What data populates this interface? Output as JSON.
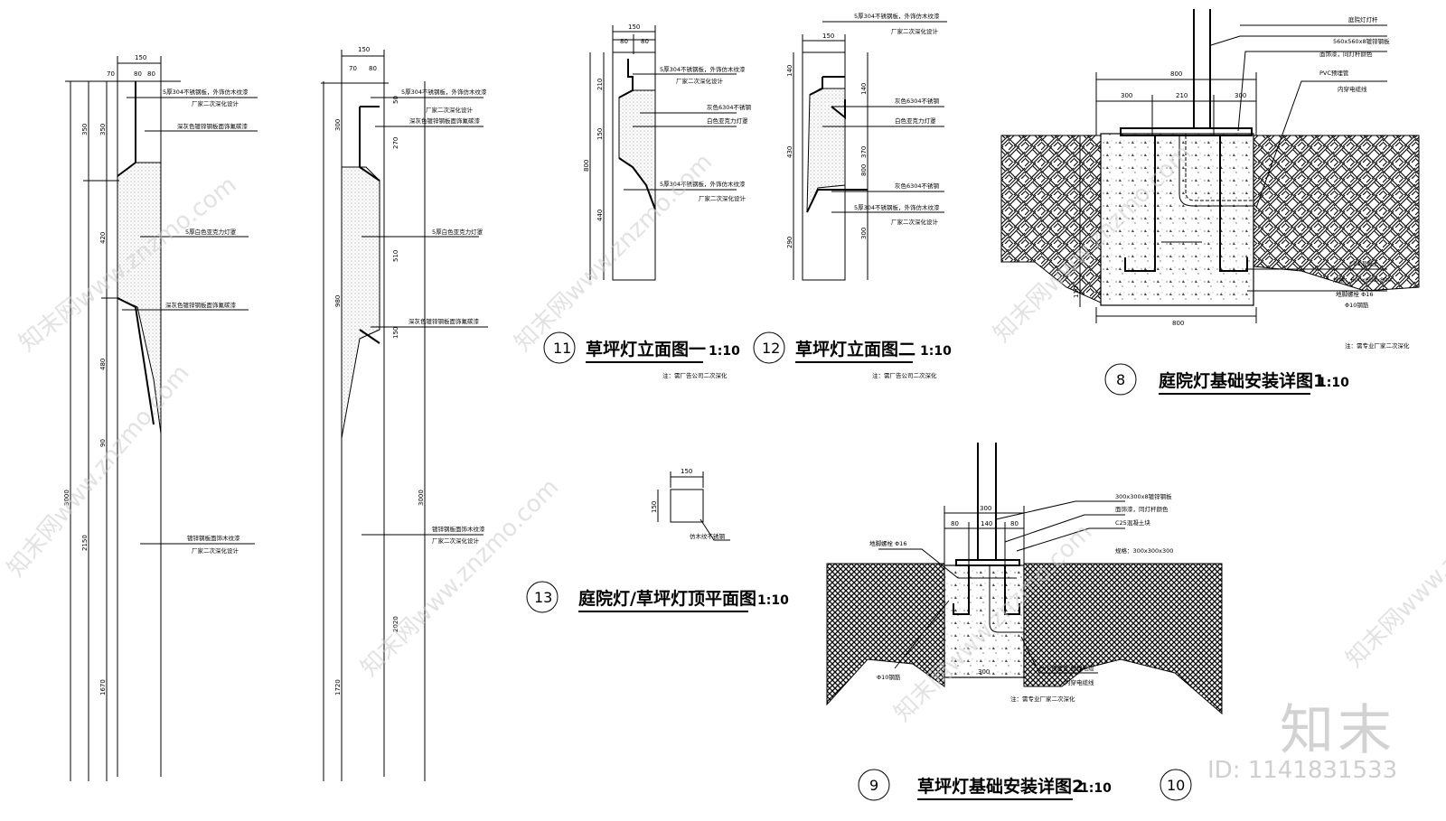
{
  "drawings": {
    "d11": {
      "num": "11",
      "title": "草坪灯立面图一",
      "scale": "1:10",
      "note": "注：需厂告公司二次深化"
    },
    "d12": {
      "num": "12",
      "title": "草坪灯立面图二",
      "scale": "1:10",
      "note": "注：需厂告公司二次深化"
    },
    "d13": {
      "num": "13",
      "title": "庭院灯/草坪灯顶平面图",
      "scale": "1:10"
    },
    "d8": {
      "num": "8",
      "title": "庭院灯基础安装详图1",
      "scale": "1:10",
      "note": "注：需专业厂家二次深化"
    },
    "d9": {
      "num": "9",
      "title": "草坪灯基础安装详图2",
      "scale": "1:10",
      "note": "注：需专业厂家二次深化"
    },
    "d10": {
      "num": "10"
    }
  },
  "labels": {
    "stainless_304": "5厚304不锈钢板，外饰仿木纹漆",
    "factory_design": "厂家二次深化设计",
    "gray_galv": "深灰色镀锌钢板面饰氟碳漆",
    "white_cover": "5厚白色亚克力灯罩",
    "gray_galv2": "深灰色镀锌钢板面饰氟碳漆",
    "galv_wood": "镀锌钢板面饰木纹漆",
    "gray_steel": "灰色6304不锈钢",
    "white_cover2": "白色亚克力灯罩",
    "wood_steel": "仿木纹不锈钢",
    "lamp_post": "庭院灯灯杆",
    "plate_a": "560x560x8镀锌钢板",
    "paint": "面饰漆，同灯杆颜色",
    "pvc": "PVC预埋管",
    "cable": "内穿电缆线",
    "c25": "C25混凝土",
    "spec_a": "规格：600x600x800",
    "bolt_a": "地脚螺栓 Φ16",
    "rebar": "Φ10钢筋",
    "plate_b": "300x300x8镀锌钢板",
    "c25b": "C25混凝土块",
    "spec_b": "规格：300x300x300",
    "bolt_b": "地脚螺栓 Φ16",
    "rebar_b": "Φ10钢筋",
    "pvc_b": "PVC预埋管  预埋电缆",
    "cable_b": "内穿电缆线"
  },
  "dims": {
    "p1_w": "150",
    "p1_a": "70",
    "p1_b": "80",
    "p1_c": "80",
    "p1_v1": "350",
    "p1_v2": "350",
    "p1_v3": "420",
    "p1_v4": "480",
    "p1_v5": "90",
    "p1_total": "3000",
    "p1_v6": "2150",
    "p1_v7": "1670",
    "p2_w": "150",
    "p2_a": "70",
    "p2_b": "80",
    "p2_v1": "300",
    "p2_v2": "50",
    "p2_v3": "270",
    "p2_v4": "510",
    "p2_v5": "980",
    "p2_v6": "150",
    "p2_total": "3000",
    "p2_v7": "2020",
    "p2_v8": "1720",
    "l1_w": "150",
    "l1_a": "80",
    "l1_b": "80",
    "l1_v1": "210",
    "l1_v2": "150",
    "l1_total": "800",
    "l1_v3": "440",
    "l2_w": "150",
    "l2_v1": "140",
    "l2_v2": "140",
    "l2_v3": "370",
    "l2_v4": "430",
    "l2_total": "800",
    "l2_v5": "290",
    "l2_v6": "300",
    "top_w": "150",
    "top_h": "150",
    "f1_top": "800",
    "f1_a": "300",
    "f1_b": "210",
    "f1_c": "300",
    "f1_bot": "800",
    "f1_h": "110",
    "f2_top": "300",
    "f2_a": "80",
    "f2_b": "140",
    "f2_c": "80",
    "f2_bot": "300"
  },
  "watermark": {
    "text": "知末网www.znzmo.com",
    "brand": "知末",
    "id": "ID: 1141831533"
  }
}
